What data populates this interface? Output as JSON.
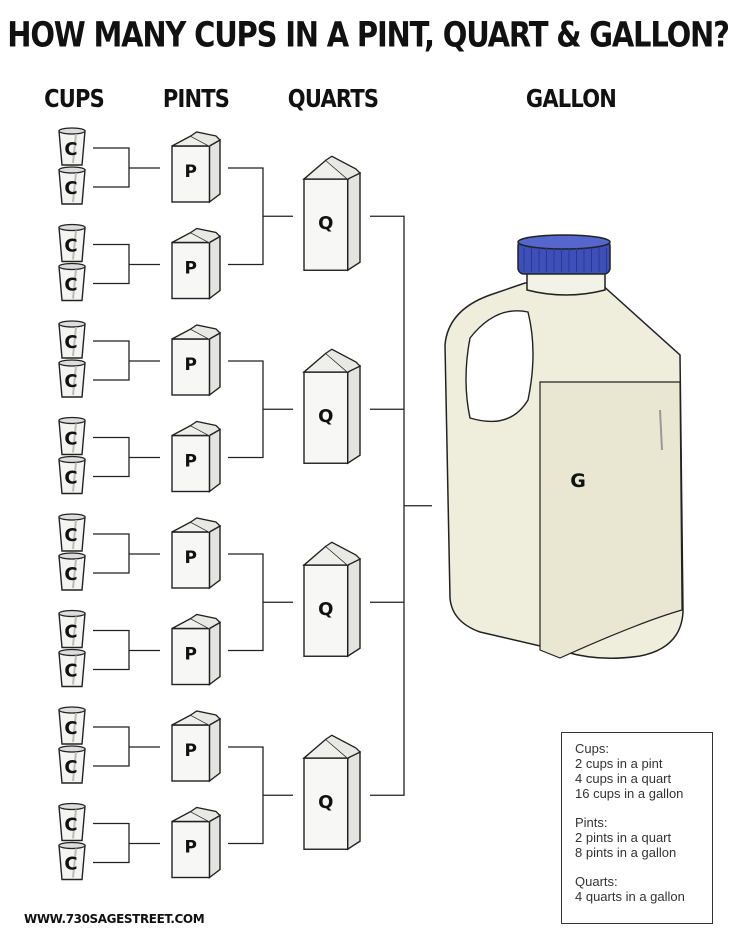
{
  "title": "HOW MANY CUPS IN A PINT, QUART & GALLON?",
  "columns": {
    "cups": "CUPS",
    "pints": "PINTS",
    "quarts": "QUARTS",
    "gallon": "GALLON"
  },
  "icons": {
    "cup": "cup-icon",
    "pint": "milk-carton-icon",
    "quart": "milk-carton-icon",
    "gallon": "milk-jug-icon"
  },
  "letters": {
    "cup": "C",
    "pint": "P",
    "quart": "Q",
    "gallon": "G"
  },
  "legend": {
    "cups_heading": "Cups:",
    "cups_lines": [
      "2 cups in a pint",
      "4 cups in a quart",
      "16 cups in a gallon"
    ],
    "pints_heading": "Pints:",
    "pints_lines": [
      "2 pints in a quart",
      "8 pints in a gallon"
    ],
    "quarts_heading": "Quarts:",
    "quarts_lines": [
      "4 quarts in a gallon"
    ]
  },
  "footer": "WWW.730SAGESTREET.COM",
  "colors": {
    "cap": "#3d4fb8",
    "jug_fill": "#efeedd",
    "line": "#222222"
  }
}
